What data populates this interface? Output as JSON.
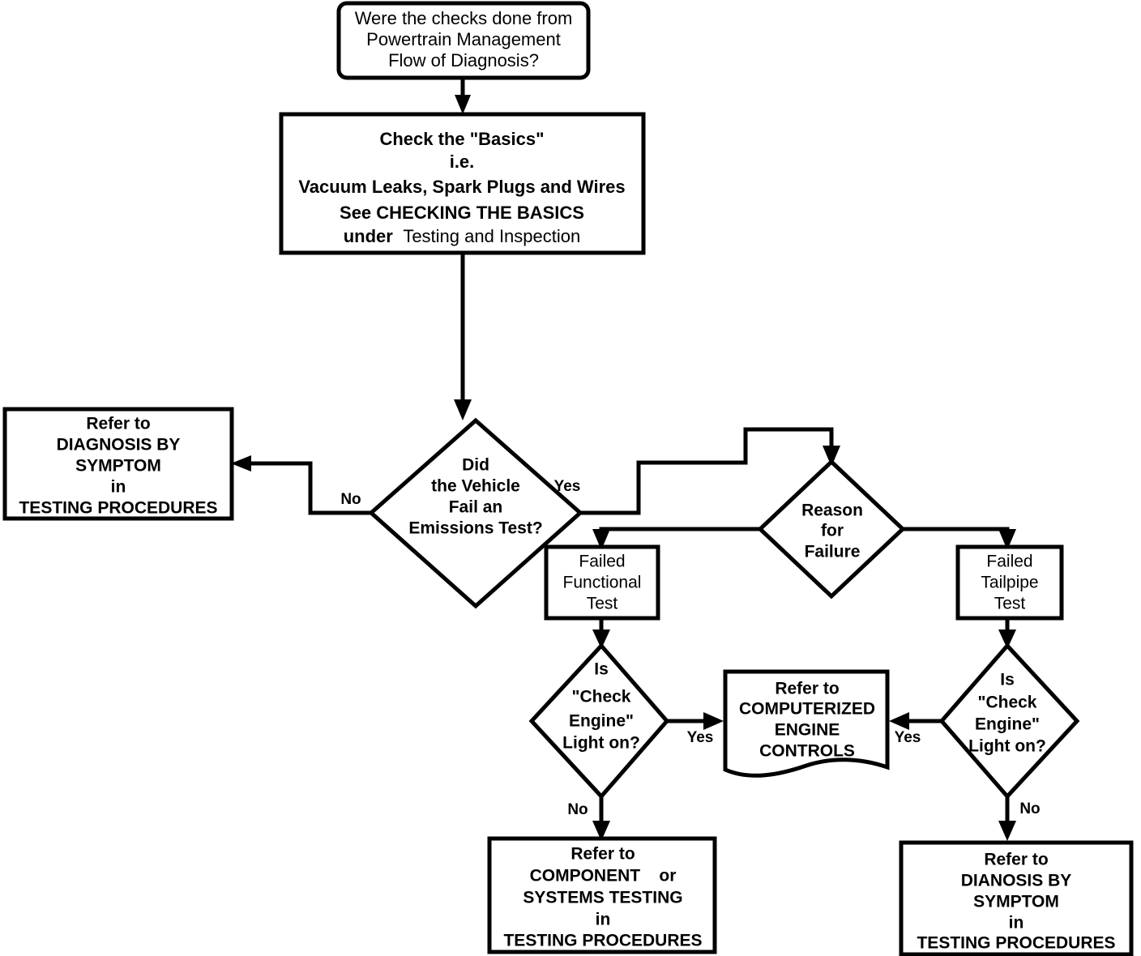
{
  "diagram": {
    "title": "Emissions Diagnosis Flowchart",
    "colors": {
      "stroke": "#000000",
      "fill": "#ffffff",
      "text": "#000000"
    },
    "nodes": {
      "start": {
        "shape": "rounded-box",
        "lines": [
          "Were the checks done from",
          "Powertrain Management",
          "Flow of Diagnosis?"
        ]
      },
      "check_basics": {
        "shape": "box",
        "lines": [
          "Check the \"Basics\"",
          "i.e.",
          "Vacuum Leaks, Spark Plugs and Wires",
          "See CHECKING THE BASICS",
          "under Testing and Inspection"
        ],
        "line5_bold_part": "under",
        "line5_regular_part": "Testing and Inspection"
      },
      "refer_diagnosis_symptom_left": {
        "shape": "box",
        "lines": [
          "Refer to",
          "DIAGNOSIS BY",
          "SYMPTOM",
          "in",
          "TESTING PROCEDURES"
        ]
      },
      "emissions_decision": {
        "shape": "diamond",
        "lines": [
          "Did",
          "the Vehicle",
          "Fail an",
          "Emissions Test?"
        ]
      },
      "reason_for_failure": {
        "shape": "diamond",
        "lines": [
          "Reason",
          "for",
          "Failure"
        ]
      },
      "failed_functional_test": {
        "shape": "box",
        "lines": [
          "Failed",
          "Functional",
          "Test"
        ]
      },
      "failed_tailpipe_test": {
        "shape": "box",
        "lines": [
          "Failed",
          "Tailpipe",
          "Test"
        ]
      },
      "check_engine_left": {
        "shape": "diamond",
        "lines": [
          "Is",
          "\"Check",
          "Engine\"",
          "Light on?"
        ]
      },
      "check_engine_right": {
        "shape": "diamond",
        "lines": [
          "Is",
          "\"Check",
          "Engine\"",
          "Light on?"
        ]
      },
      "refer_computerized_engine_controls": {
        "shape": "document",
        "lines": [
          "Refer to",
          "COMPUTERIZED",
          "ENGINE",
          "CONTROLS"
        ]
      },
      "refer_component_systems_testing": {
        "shape": "box",
        "lines": [
          "Refer to",
          "COMPONENT    or",
          "SYSTEMS TESTING",
          "in",
          "TESTING PROCEDURES"
        ]
      },
      "refer_dianosis_symptom_right": {
        "shape": "box",
        "lines": [
          "Refer to",
          "DIANOSIS BY",
          "SYMPTOM",
          "in",
          "TESTING PROCEDURES"
        ]
      }
    },
    "edge_labels": {
      "emissions_no": "No",
      "emissions_yes": "Yes",
      "check_engine_left_yes": "Yes",
      "check_engine_left_no": "No",
      "check_engine_right_yes": "Yes",
      "check_engine_right_no": "No"
    }
  }
}
